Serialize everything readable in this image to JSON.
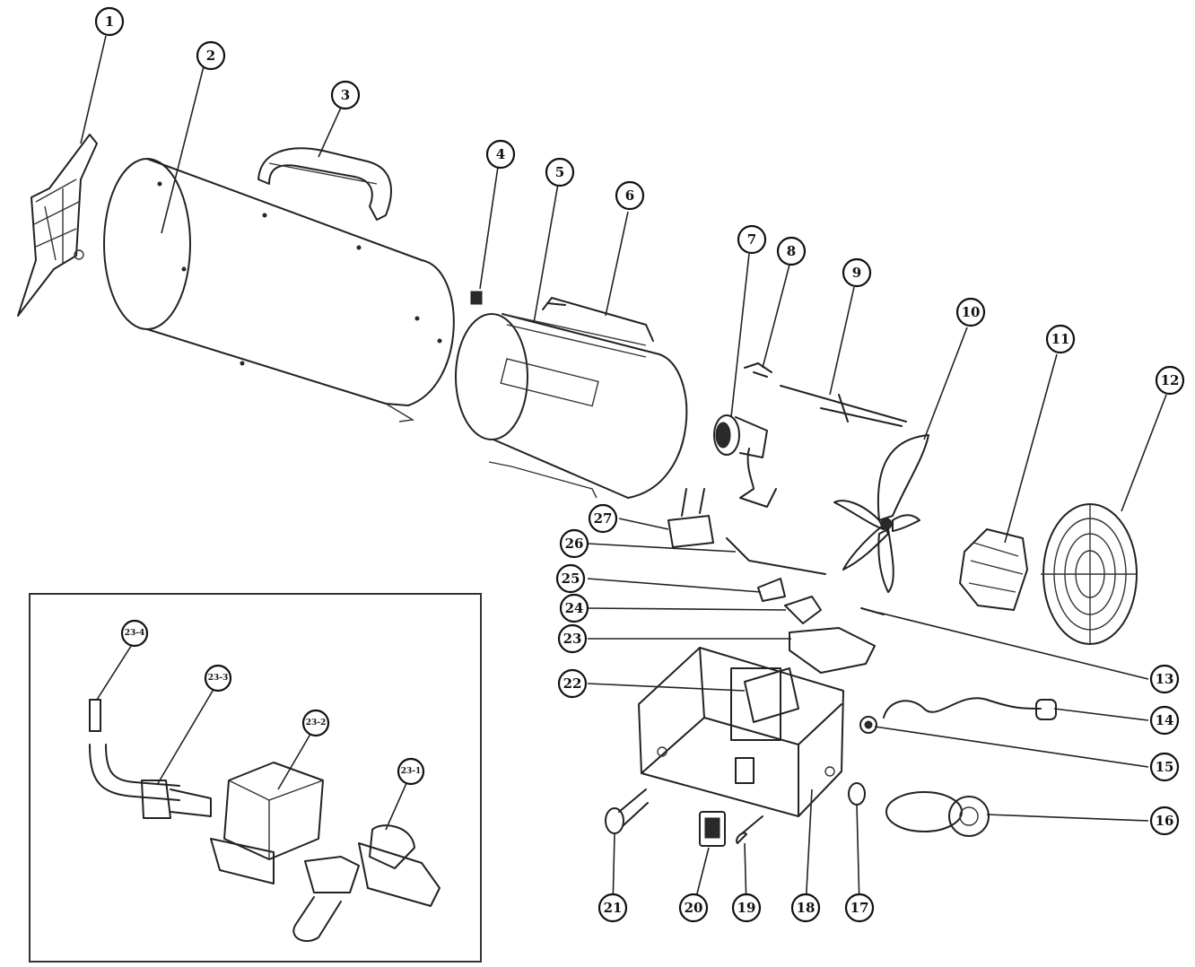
{
  "diagram": {
    "callouts": [
      {
        "id": "c1",
        "label": "1"
      },
      {
        "id": "c2",
        "label": "2"
      },
      {
        "id": "c3",
        "label": "3"
      },
      {
        "id": "c4",
        "label": "4"
      },
      {
        "id": "c5",
        "label": "5"
      },
      {
        "id": "c6",
        "label": "6"
      },
      {
        "id": "c7",
        "label": "7"
      },
      {
        "id": "c8",
        "label": "8"
      },
      {
        "id": "c9",
        "label": "9"
      },
      {
        "id": "c10",
        "label": "10"
      },
      {
        "id": "c11",
        "label": "11"
      },
      {
        "id": "c12",
        "label": "12"
      },
      {
        "id": "c13",
        "label": "13"
      },
      {
        "id": "c14",
        "label": "14"
      },
      {
        "id": "c15",
        "label": "15"
      },
      {
        "id": "c16",
        "label": "16"
      },
      {
        "id": "c17",
        "label": "17"
      },
      {
        "id": "c18",
        "label": "18"
      },
      {
        "id": "c19",
        "label": "19"
      },
      {
        "id": "c20",
        "label": "20"
      },
      {
        "id": "c21",
        "label": "21"
      },
      {
        "id": "c22",
        "label": "22"
      },
      {
        "id": "c23",
        "label": "23"
      },
      {
        "id": "c24",
        "label": "24"
      },
      {
        "id": "c25",
        "label": "25"
      },
      {
        "id": "c26",
        "label": "26"
      },
      {
        "id": "c27",
        "label": "27"
      }
    ],
    "inset_callouts": [
      {
        "id": "i4",
        "label": "23-4"
      },
      {
        "id": "i3",
        "label": "23-3"
      },
      {
        "id": "i2",
        "label": "23-2"
      },
      {
        "id": "i1",
        "label": "23-1"
      }
    ]
  }
}
